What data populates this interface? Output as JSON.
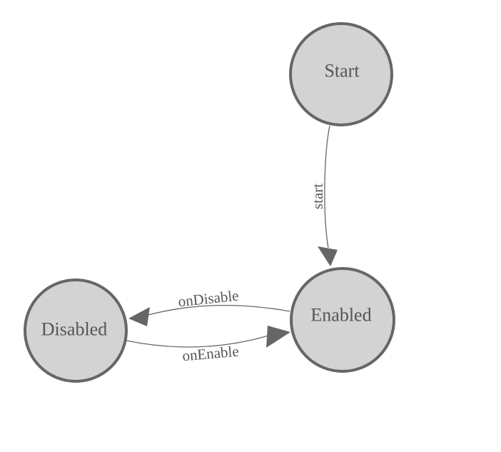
{
  "diagram": {
    "type": "state-machine",
    "background": "#ffffff",
    "nodes": [
      {
        "id": "start-node",
        "label": "Start"
      },
      {
        "id": "enabled-node",
        "label": "Enabled"
      },
      {
        "id": "disabled-node",
        "label": "Disabled"
      }
    ],
    "edges": [
      {
        "from": "Start",
        "to": "Enabled",
        "label": "start"
      },
      {
        "from": "Enabled",
        "to": "Disabled",
        "label": "onDisable"
      },
      {
        "from": "Disabled",
        "to": "Enabled",
        "label": "onEnable"
      }
    ],
    "colors": {
      "node_fill": "#d3d3d3",
      "node_border": "#666666",
      "edge_line": "#666666",
      "arrowhead": "#666666",
      "label_text": "#555555",
      "background": "#ffffff"
    }
  }
}
